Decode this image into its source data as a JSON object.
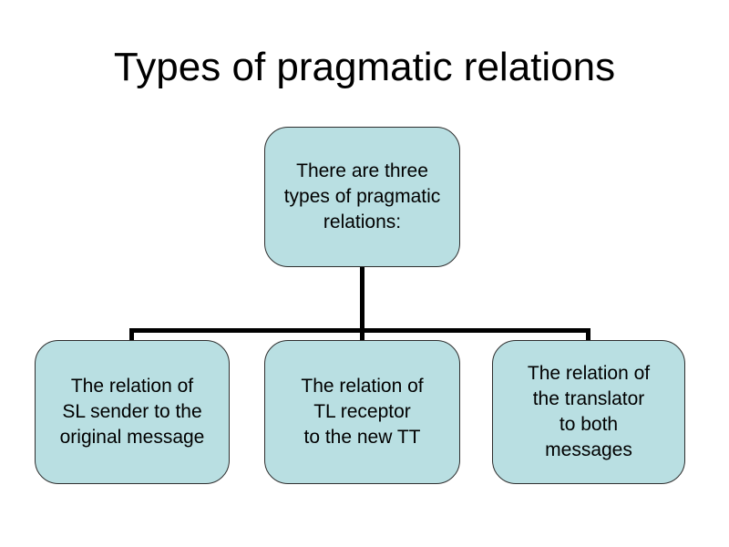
{
  "slide": {
    "title": "Types of pragmatic relations",
    "background_color": "#ffffff",
    "title_color": "#000000"
  },
  "diagram": {
    "type": "hierarchy-org-chart",
    "box_fill_color": "#b9dfe2",
    "box_border_color": "#2e2e2e",
    "connector_color": "#000000",
    "text_color": "#000000",
    "root": {
      "text": "There are three\ntypes of pragmatic\nrelations:"
    },
    "children": [
      {
        "text": "The relation of\nSL sender to the\noriginal message"
      },
      {
        "text": "The relation of\nTL receptor\nto the new TT"
      },
      {
        "text": "The relation of\nthe translator\nto both\nmessages"
      }
    ]
  }
}
